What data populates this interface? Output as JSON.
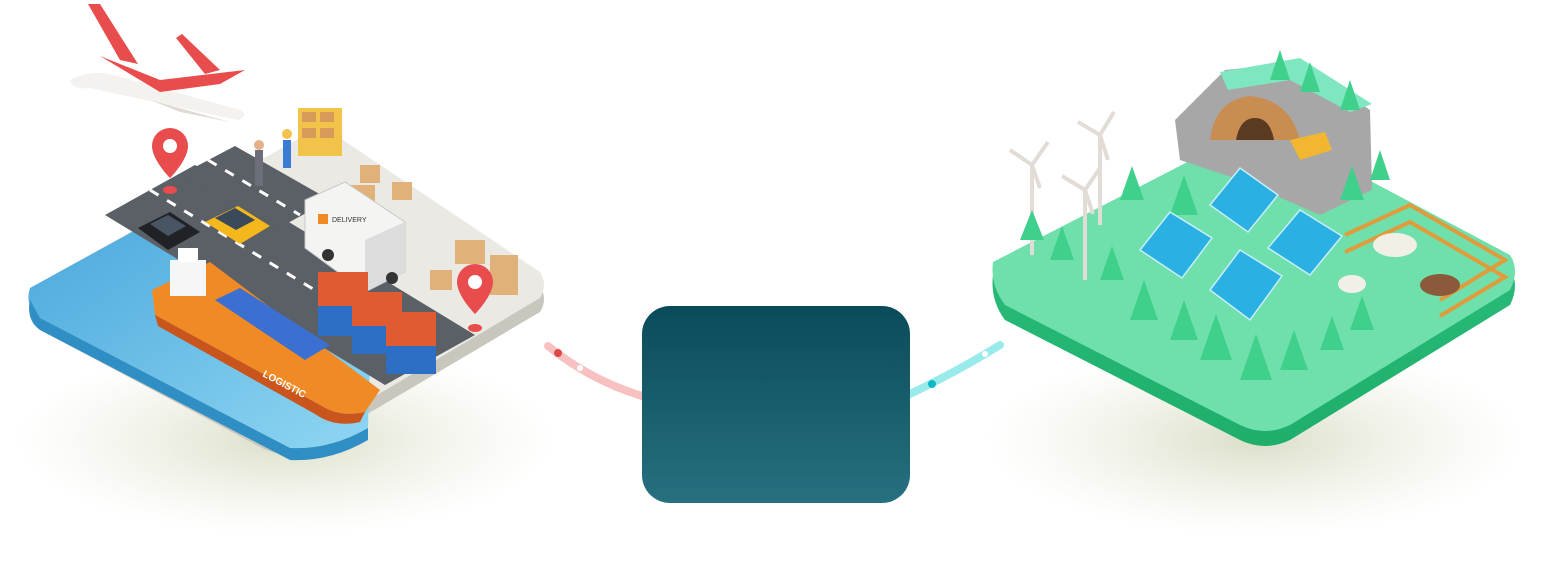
{
  "illustration": {
    "left_island": {
      "theme": "logistics",
      "ship_hull_text": "LOGISTIC",
      "truck_text": "DELIVERY",
      "icons": [
        "airplane-icon",
        "location-pin-icon",
        "cargo-ship-icon",
        "delivery-truck-icon",
        "taxi-icon",
        "container-icon",
        "warehouse-shelf-icon"
      ]
    },
    "right_island": {
      "theme": "renewable-resources",
      "icons": [
        "wind-turbine-icon",
        "solar-panel-icon",
        "pine-tree-icon",
        "mine-icon",
        "mine-cart-icon",
        "cow-icon",
        "fence-icon"
      ]
    },
    "hub": {
      "label": ""
    },
    "colors": {
      "hub_top": "#0a4b5a",
      "hub_bottom": "#27707f",
      "left_connector": "#f4a6a6",
      "left_connector_dot": "#e04848",
      "right_connector": "#7fe6e6",
      "right_connector_dot": "#10b7c4",
      "water": "#5cb6e0",
      "grass": "#5ddba1",
      "ground": "#e9e7e1",
      "road": "#5b5f66"
    }
  }
}
